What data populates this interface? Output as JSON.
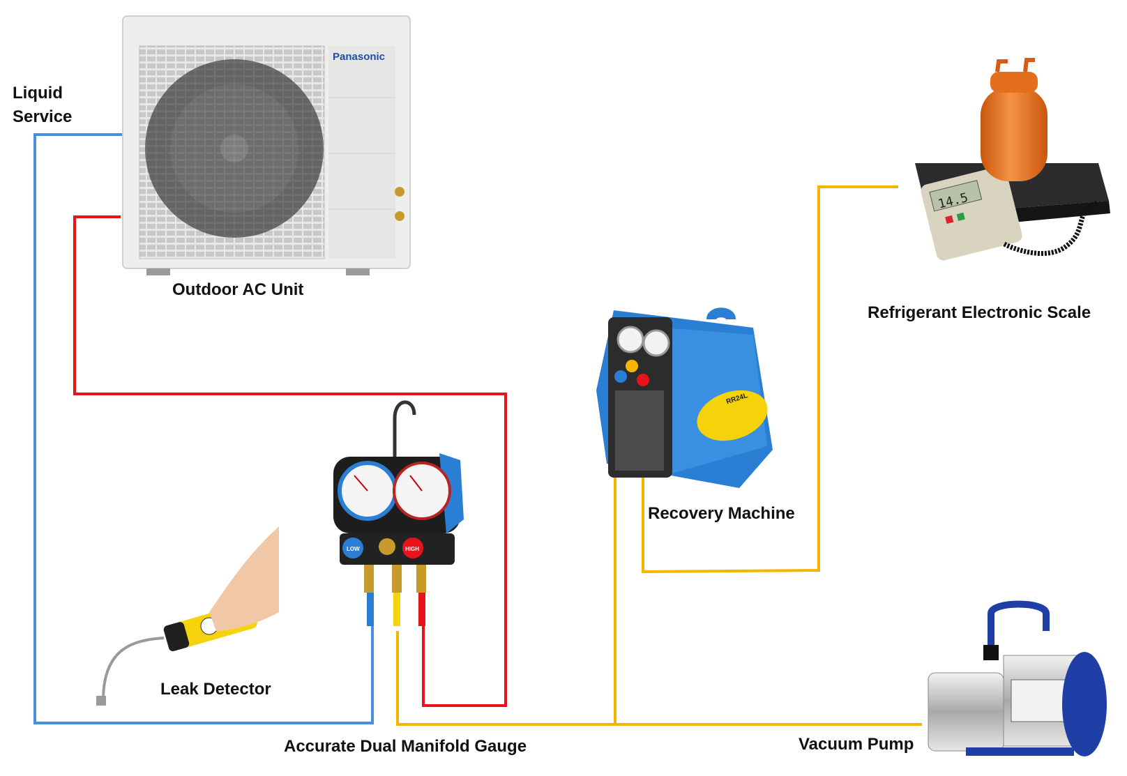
{
  "labels": {
    "liquid_line1": "Liquid",
    "liquid_line2": "Service",
    "outdoor_unit": "Outdoor AC Unit",
    "scale": "Refrigerant Electronic Scale",
    "recovery": "Recovery Machine",
    "leak_detector": "Leak Detector",
    "manifold": "Accurate Dual Manifold Gauge",
    "vacuum_pump": "Vacuum Pump"
  },
  "device_text": {
    "ac_brand": "Panasonic",
    "scale_display": "14.5",
    "gauge_low": "LOW",
    "gauge_high": "HIGH",
    "recovery_model": "RR24L"
  },
  "colors": {
    "liquid_line": "#4a90d9",
    "high_line": "#e8131b",
    "service_line": "#f7b500",
    "ac_brand": "#1b4fa8",
    "tool_blue": "#2a7fd4",
    "pump_blue": "#1f3fa6",
    "tank_orange": "#f07a1e"
  }
}
